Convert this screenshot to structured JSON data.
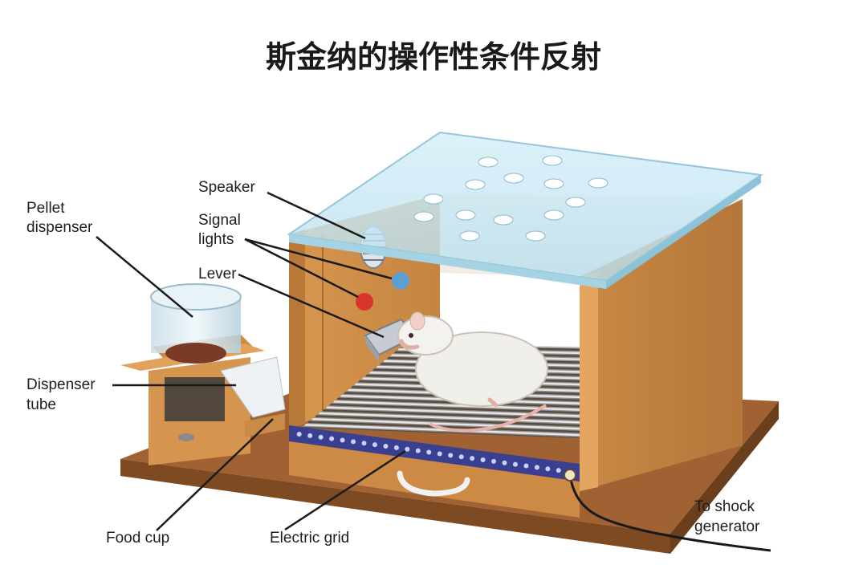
{
  "title": "斯金纳的操作性条件反射",
  "labels": {
    "speaker": "Speaker",
    "signal_lights_1": "Signal",
    "signal_lights_2": "lights",
    "lever": "Lever",
    "pellet_dispenser_1": "Pellet",
    "pellet_dispenser_2": "dispenser",
    "dispenser_tube_1": "Dispenser",
    "dispenser_tube_2": "tube",
    "food_cup": "Food cup",
    "electric_grid": "Electric grid",
    "to_shock_1": "To shock",
    "to_shock_2": "generator"
  },
  "colors": {
    "wood": "#cf8d45",
    "wood_dark": "#a7692d",
    "glass": "#bfe3f0",
    "signal_red": "#d8362a",
    "signal_blue": "#5d9ed3",
    "grid_bar": "#5b4b3c"
  }
}
